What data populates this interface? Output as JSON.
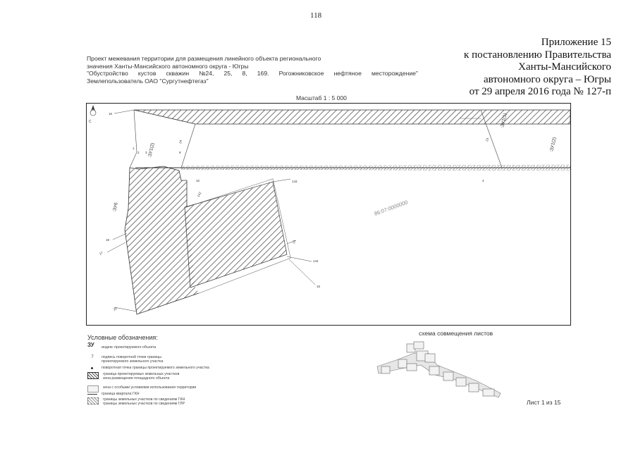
{
  "page_number": "118",
  "appendix": {
    "line1": "Приложение 15",
    "line2": "к постановлению Правительства",
    "line3": "Ханты-Мансийского",
    "line4": "автономного округа – Югры",
    "line5": "от 29 апреля 2016 года № 127-п"
  },
  "project": {
    "line1": "Проект межевания территории для размещения линейного объекта регионального",
    "line2": "значения Ханты-Мансийского автономного округа - Югры",
    "line3_words": [
      "\"Обустройство",
      "кустов",
      "скважин",
      "№24,",
      "25,",
      "8,",
      "169.",
      "Рогожниковское",
      "нефтяное",
      "месторождение\""
    ],
    "line4": "Землепользователь ОАО \"Сургутнефтегаз\""
  },
  "scale": "Масштаб 1 : 5 000",
  "map": {
    "north_label": "С",
    "parcel_labels": {
      "zu1_a": ":ЗУ1(1)",
      "zu1_b": ":ЗУ1(2)",
      "zu1_c": ":ЗУ1(2)",
      "zu6": ":ЗУ6"
    },
    "cadastral_number": "86:07:0000000",
    "points": {
      "p16": "16",
      "p24": "24",
      "p1": "1",
      "p2": "2",
      "p3": "3",
      "p4": "4",
      "p23": "23",
      "p9": "9",
      "p10": "10",
      "p143": "143",
      "p142": "142",
      "p19": "19",
      "p17": "17",
      "p13": "13",
      "p144": "144",
      "p15": "15",
      "p20": "20"
    }
  },
  "legend": {
    "title": "Условные обозначения:",
    "zu_symbol": "ЗУ",
    "item_zu": "индекс проектируемого объекта",
    "point_symbol": "7",
    "item_point_a": "подпись поворотной точки границы",
    "item_point_b": "проектируемого земельного участка",
    "item_turn": "поворотная точка границы проектируемого земельного участка",
    "item_boundary_a": "граница проектируемых земельных участков",
    "item_boundary_b": "зона размещения площадного объекта",
    "item_special": "зона с особыми условиями использования территории",
    "item_gkn": "граница квартала ГКН",
    "item_parcels_gkn": "границы земельных участков по сведениям ГКН",
    "item_parcels_glr": "границы земельных участков по сведениям ГЛР"
  },
  "schema_title": "схема совмещения листов",
  "sheet_label": "Лист 1 из 15",
  "colors": {
    "hatch": "#555555",
    "boundary": "#333333",
    "frame": "#222222"
  }
}
